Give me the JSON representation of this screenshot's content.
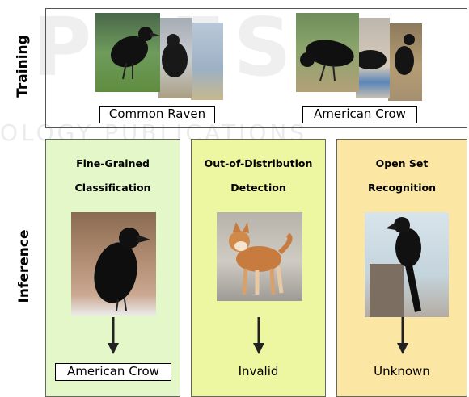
{
  "watermark": {
    "line1": "PRESS",
    "line2": "OLOGY PUBLICATIONS"
  },
  "sections": {
    "training": "Training",
    "inference": "Inference"
  },
  "training": {
    "classes": [
      {
        "label": "Common Raven"
      },
      {
        "label": "American Crow"
      }
    ]
  },
  "inference": {
    "panels": [
      {
        "title_line1": "Fine-Grained",
        "title_line2": "Classification",
        "output": "American Crow",
        "color": "#e4f7c8"
      },
      {
        "title_line1": "Out-of-Distribution",
        "title_line2": "Detection",
        "output": "Invalid",
        "color": "#edf7a2"
      },
      {
        "title_line1": "Open Set",
        "title_line2": "Recognition",
        "output": "Unknown",
        "color": "#fce6a3"
      }
    ]
  }
}
